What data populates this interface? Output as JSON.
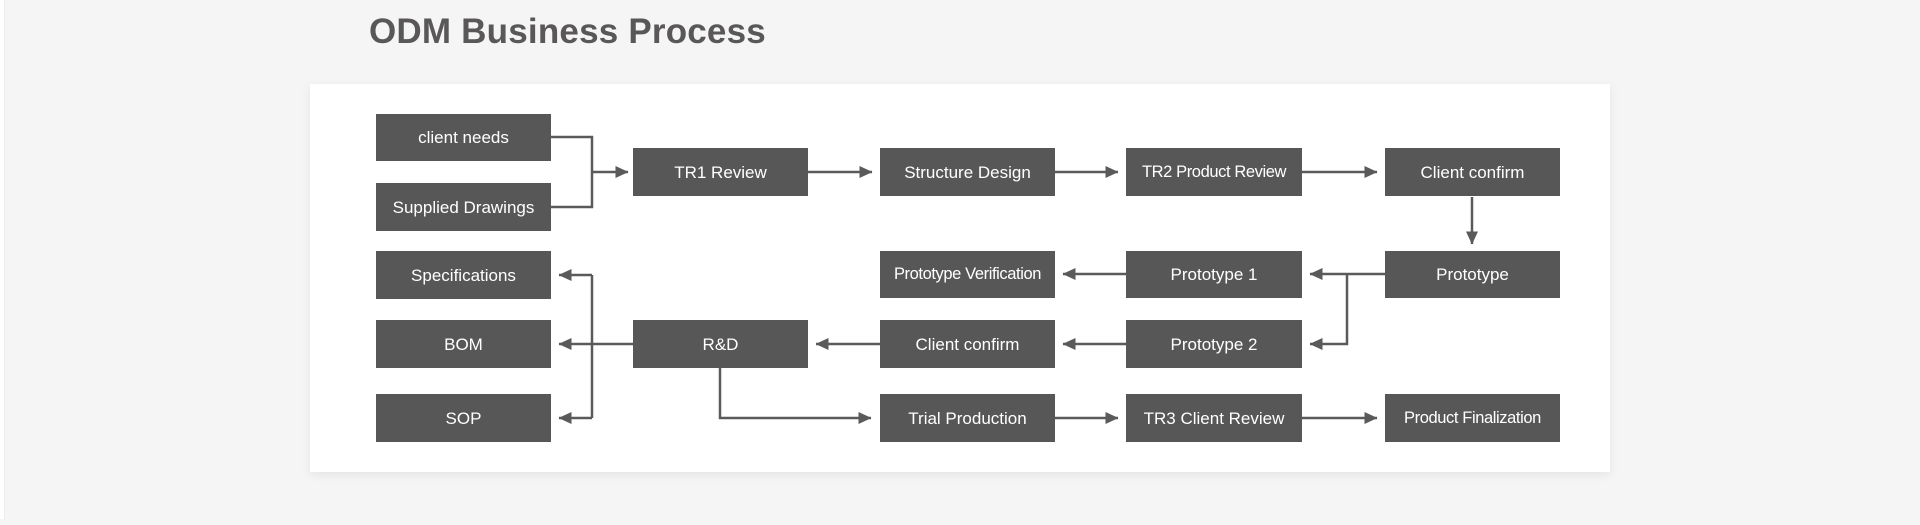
{
  "page": {
    "title": "ODM Business Process"
  },
  "diagram": {
    "nodes": {
      "client_needs": {
        "label": "client needs"
      },
      "supplied_drawings": {
        "label": "Supplied Drawings"
      },
      "tr1_review": {
        "label": "TR1 Review"
      },
      "structure_design": {
        "label": "Structure Design"
      },
      "tr2_product_review": {
        "label": "TR2 Product Review"
      },
      "client_confirm_top": {
        "label": "Client confirm"
      },
      "prototype": {
        "label": "Prototype"
      },
      "prototype_1": {
        "label": "Prototype 1"
      },
      "prototype_verification": {
        "label": "Prototype Verification"
      },
      "specifications": {
        "label": "Specifications"
      },
      "bom": {
        "label": "BOM"
      },
      "rnd": {
        "label": "R&D"
      },
      "client_confirm_mid": {
        "label": "Client confirm"
      },
      "prototype_2": {
        "label": "Prototype 2"
      },
      "sop": {
        "label": "SOP"
      },
      "trial_production": {
        "label": "Trial Production"
      },
      "tr3_client_review": {
        "label": "TR3 Client Review"
      },
      "product_finalization": {
        "label": "Product Finalization"
      }
    },
    "edges": [
      {
        "from": "client_needs",
        "to": "tr1_review"
      },
      {
        "from": "supplied_drawings",
        "to": "tr1_review"
      },
      {
        "from": "tr1_review",
        "to": "structure_design"
      },
      {
        "from": "structure_design",
        "to": "tr2_product_review"
      },
      {
        "from": "tr2_product_review",
        "to": "client_confirm_top"
      },
      {
        "from": "client_confirm_top",
        "to": "prototype"
      },
      {
        "from": "prototype",
        "to": "prototype_1"
      },
      {
        "from": "prototype",
        "to": "prototype_2"
      },
      {
        "from": "prototype_1",
        "to": "prototype_verification"
      },
      {
        "from": "prototype_2",
        "to": "client_confirm_mid"
      },
      {
        "from": "client_confirm_mid",
        "to": "rnd"
      },
      {
        "from": "rnd",
        "to": "specifications"
      },
      {
        "from": "rnd",
        "to": "bom"
      },
      {
        "from": "rnd",
        "to": "sop"
      },
      {
        "from": "rnd",
        "to": "trial_production"
      },
      {
        "from": "trial_production",
        "to": "tr3_client_review"
      },
      {
        "from": "tr3_client_review",
        "to": "product_finalization"
      }
    ],
    "colors": {
      "node_fill": "#575757",
      "node_text": "#ffffff",
      "arrow": "#5a5a5a",
      "panel": "#ffffff",
      "background": "#f5f5f5",
      "title": "#595757"
    }
  }
}
